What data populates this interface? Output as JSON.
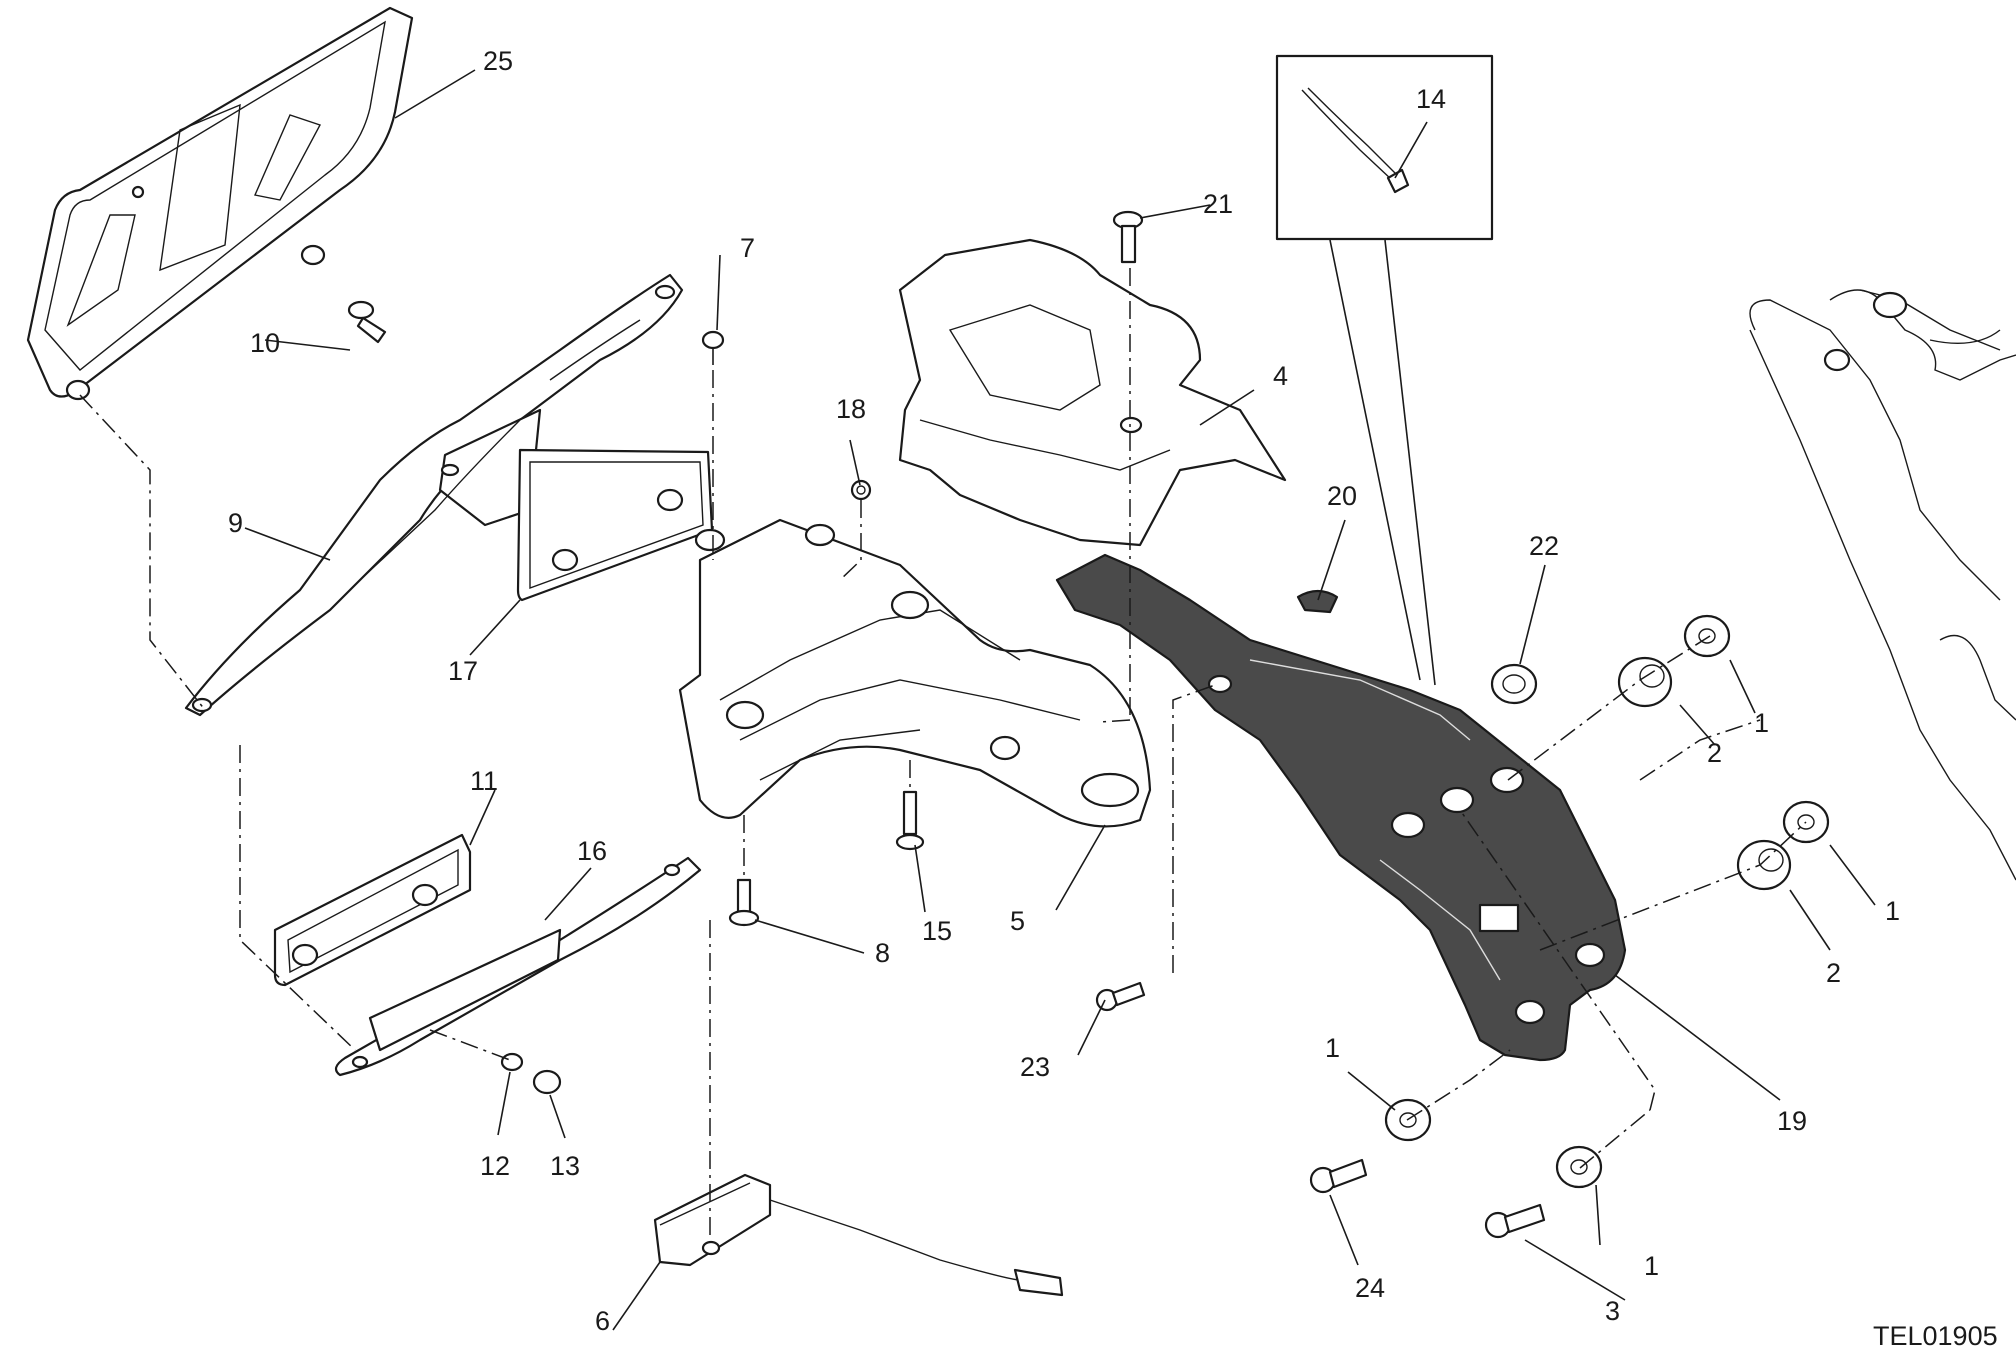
{
  "diagram": {
    "drawing_code": "TEL01905",
    "callouts": {
      "c1": "1",
      "c2": "2",
      "c3": "3",
      "c4": "4",
      "c5": "5",
      "c6": "6",
      "c7": "7",
      "c8": "8",
      "c9": "9",
      "c10": "10",
      "c11": "11",
      "c12": "12",
      "c13": "13",
      "c14": "14",
      "c15": "15",
      "c16": "16",
      "c17": "17",
      "c18": "18",
      "c19": "19",
      "c20": "20",
      "c21": "21",
      "c22": "22",
      "c23": "23",
      "c24": "24",
      "c25": "25"
    }
  }
}
